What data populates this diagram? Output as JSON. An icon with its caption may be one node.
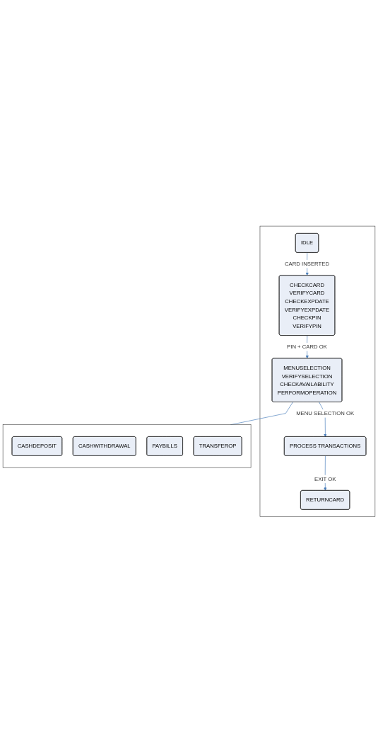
{
  "diagram": {
    "nodes": [
      {
        "text": [],
        "shape": "box"
      },
      {
        "text": [
          "IDLE"
        ],
        "in": 0
      },
      {
        "text": [
          "CHECKCARD",
          "VERIFYCARD",
          "CHECKEXPDATE",
          "VERIFYEXPDATE",
          "CHECKPIN",
          "VERIFYPIN"
        ],
        "in": 0
      },
      {
        "text": [
          "MENUSELECTION",
          "VERIFYSELECTION",
          "CHECKAVAILABILITY",
          "PERFORMOPERATION"
        ],
        "in": 0
      },
      {
        "text": [
          "PROCESS TRANSACTIONS"
        ],
        "in": 0
      },
      {
        "text": [
          "RETURNCARD"
        ],
        "in": 0
      },
      {
        "text": [],
        "shape": "box"
      },
      {
        "text": [
          "CASHDEPOSIT"
        ],
        "in": 6
      },
      {
        "text": [
          "CASHWITHDRAWAL"
        ],
        "in": 6
      },
      {
        "text": [
          "PAYBILLS"
        ],
        "in": 6
      },
      {
        "text": [
          "TRANSFEROP"
        ],
        "in": 6
      }
    ],
    "edges": [
      {
        "from": 1,
        "to": 2,
        "arrow": "to",
        "label": "CARD INSERTED"
      },
      {
        "from": 2,
        "to": 3,
        "arrow": "to",
        "label": "PIN + CARD OK"
      },
      {
        "from": 3,
        "to": 4,
        "arrow": "to",
        "label": "MENU SELECTION OK"
      },
      {
        "from": 4,
        "to": 5,
        "arrow": "to",
        "label": "EXIT OK"
      },
      {
        "from": 3,
        "to": 6,
        "arrow": "none"
      }
    ]
  }
}
